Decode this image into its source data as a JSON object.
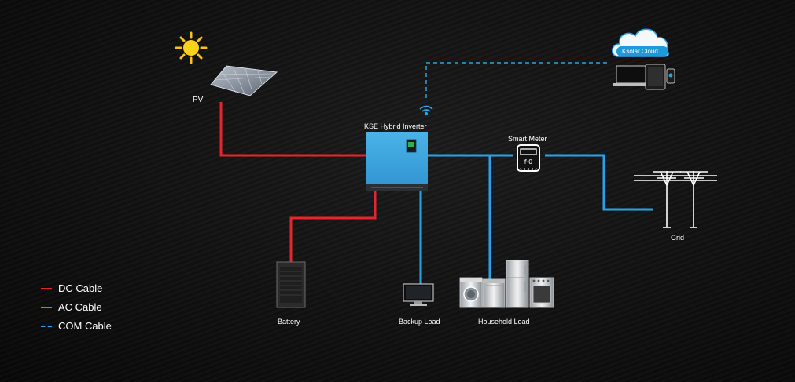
{
  "labels": {
    "pv": "PV",
    "inverter": "KSE Hybrid Inverter",
    "smart_meter": "Smart Meter",
    "cloud": "Ksolar Cloud",
    "grid": "Grid",
    "battery": "Battery",
    "backup_load": "Backup Load",
    "household_load": "Household Load"
  },
  "legend": [
    {
      "label": "DC Cable",
      "color": "#e5262c",
      "style": "solid"
    },
    {
      "label": "AC Cable",
      "color": "#2aa3e6",
      "style": "solid"
    },
    {
      "label": "COM Cable",
      "color": "#2aa3e6",
      "style": "dashed"
    }
  ],
  "colors": {
    "dc": "#e5262c",
    "ac": "#2aa3e6",
    "com": "#2aa3e6",
    "inverter_body": "#3aa8e0",
    "sun": "#f7c21a"
  },
  "icons": [
    "sun-icon",
    "solar-panel-icon",
    "wifi-icon",
    "cloud-icon",
    "laptop-icon",
    "phone-icon",
    "smart-meter-icon",
    "power-tower-icon",
    "battery-cabinet-icon",
    "tv-icon",
    "washing-machine-icon",
    "fridge-icon",
    "oven-icon"
  ]
}
